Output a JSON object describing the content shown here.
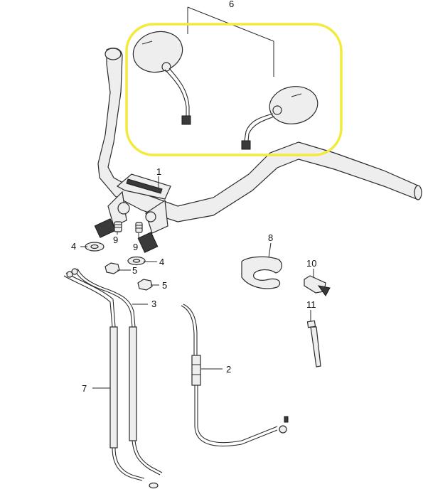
{
  "callouts": {
    "n1": "1",
    "n2": "2",
    "n3": "3",
    "n4a": "4",
    "n4b": "4",
    "n5a": "5",
    "n5b": "5",
    "n6": "6",
    "n7": "7",
    "n8": "8",
    "n9a": "9",
    "n9b": "9",
    "n10": "10",
    "n11": "11"
  },
  "colors": {
    "highlight": "#f2ea3c",
    "line": "#2a2a2a",
    "part_fill": "#eeeeee"
  }
}
